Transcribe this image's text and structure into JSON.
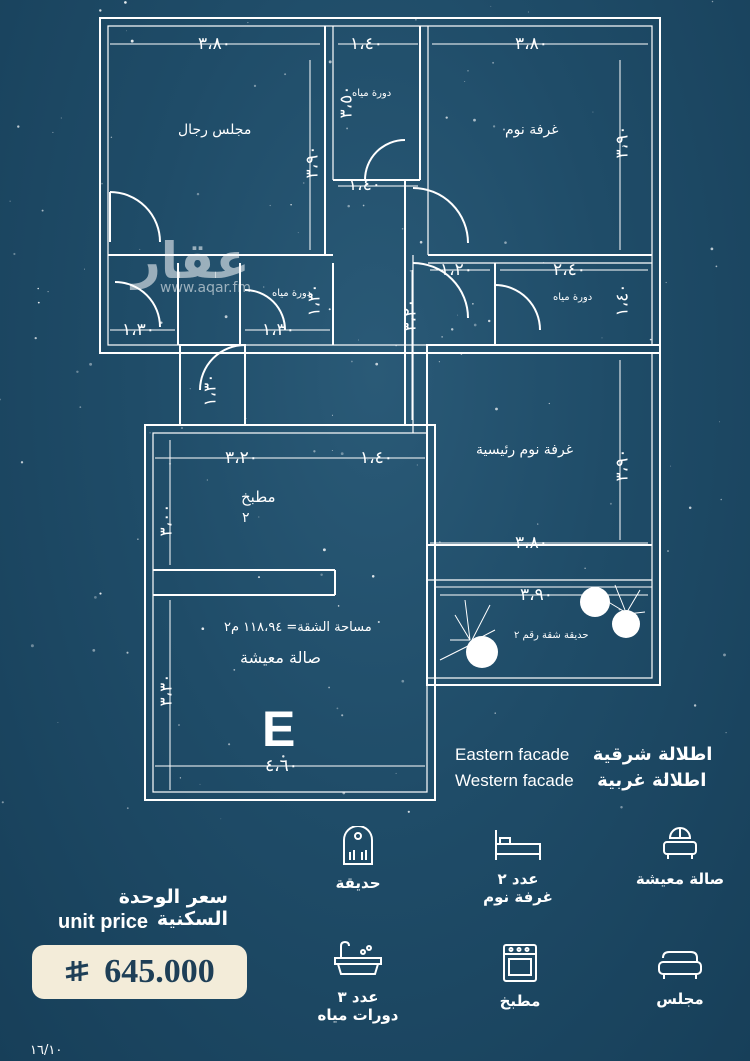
{
  "watermark": {
    "brand": "عقار",
    "url": "www.aqar.fm"
  },
  "plan": {
    "dims": {
      "majlis_w": "٣،٨٠",
      "bath1_w": "١،٤٠",
      "bed1_w": "٣،٨٠",
      "bath1_h": "٣،٥٠",
      "bath1_bottom": "١،٤٠",
      "majlis_h": "٣،٩٠",
      "bed1_h": "٣،٩٠",
      "bath2_w": "١،٣٠",
      "bath2_h": "١،٣٠",
      "corridor_h": "٣،٢٠",
      "small_w": "١،٣٠",
      "hall_door": "١،٢٠",
      "bath3_w": "٢،٤٠",
      "bath3_h": "١،٤٠",
      "lobby_h": "١،٣٠",
      "kitchen_w": "٣،٢٠",
      "kitchen_right": "١،٤٠",
      "kitchen_h": "٣،٠٠",
      "master_h": "٣،٩٠",
      "master_w": "٣،٨٠",
      "garden_w": "٣،٩٠",
      "living_h": "٣،٣٠",
      "living_w": "٤،٦٠"
    },
    "rooms": {
      "majlis": "مجلس رجال",
      "bedroom": "غرفة نوم",
      "bath_top": "دورة مياه",
      "bath_left": "دورة مياه",
      "bath_right": "دورة مياه",
      "master": "غرفة نوم رئيسية",
      "kitchen": "مطبخ",
      "kitchen_num": "٢",
      "area": "مساحة الشقة= ١١٨،٩٤ م٢",
      "living": "صالة معيشة",
      "garden": "حديقة شقة رقم ٢"
    },
    "unit_letter": "E"
  },
  "facades": [
    {
      "en": "Eastern facade",
      "ar": "اطلالة شرقية"
    },
    {
      "en": "Western facade",
      "ar": "اطلالة غربية"
    }
  ],
  "features": {
    "living": "صالة معيشة",
    "bedrooms_count": "عدد ٢",
    "bedrooms": "غرفة نوم",
    "garden": "حديقة",
    "majlis": "مجلس",
    "kitchen": "مطبخ",
    "baths_count": "عدد ٣",
    "baths": "دورات مياه"
  },
  "icons": [
    "sofa-icon",
    "bed-icon",
    "garden-icon",
    "couch-icon",
    "stove-icon",
    "bathtub-icon",
    "riyal-icon"
  ],
  "price": {
    "title_ar": "سعر الوحدة السكنية",
    "title_en": "unit price",
    "value": "645.000"
  },
  "page": "١٦/١٠",
  "colors": {
    "background": "#1f4c68",
    "price_box": "#f3ecd9",
    "price_text": "#1e3f57"
  }
}
